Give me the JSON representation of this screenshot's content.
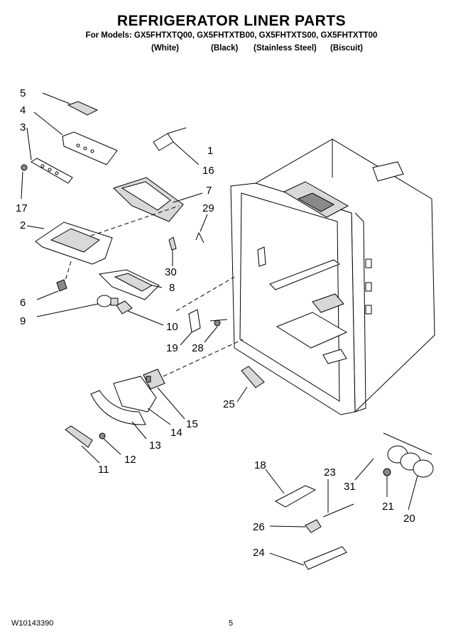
{
  "header": {
    "title": "REFRIGERATOR LINER PARTS",
    "models": "For Models: GX5FHTXTQ00, GX5FHTXTB00, GX5FHTXTS00, GX5FHTXTT00",
    "colors": [
      "(White)",
      "(Black)",
      "(Stainless Steel)",
      "(Biscuit)"
    ]
  },
  "diagram": {
    "callouts": [
      "1",
      "2",
      "3",
      "4",
      "5",
      "6",
      "7",
      "8",
      "9",
      "10",
      "11",
      "12",
      "13",
      "14",
      "15",
      "16",
      "17",
      "18",
      "19",
      "20",
      "21",
      "23",
      "24",
      "25",
      "26",
      "28",
      "29",
      "30",
      "31"
    ]
  },
  "footer": {
    "doc_number": "W10143390",
    "page_number": "5"
  }
}
